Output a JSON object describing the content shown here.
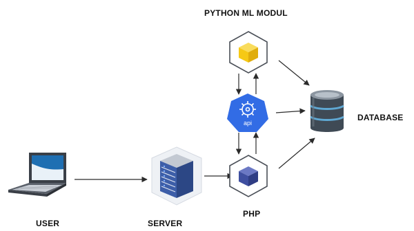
{
  "nodes": {
    "user": {
      "label": "USER"
    },
    "server": {
      "label": "SERVER"
    },
    "php": {
      "label": "PHP"
    },
    "python": {
      "label": "PYTHON ML MODUL"
    },
    "api": {
      "icon_text": "api"
    },
    "database": {
      "label": "DATABASE"
    }
  },
  "colors": {
    "arrow": "#2b2b2b",
    "api_blue": "#326ce5",
    "python_yellow": "#f6c915",
    "php_indigo": "#3f4fa0",
    "server_blue": "#3d5ea8",
    "db_dark": "#3f4a55",
    "db_accent": "#5fa8d3"
  },
  "icons": {
    "user": "laptop-icon",
    "server": "server-rack-icon",
    "php": "cube-node-icon",
    "python": "cube-node-icon",
    "api": "kubernetes-api-icon",
    "database": "database-cylinder-icon"
  }
}
